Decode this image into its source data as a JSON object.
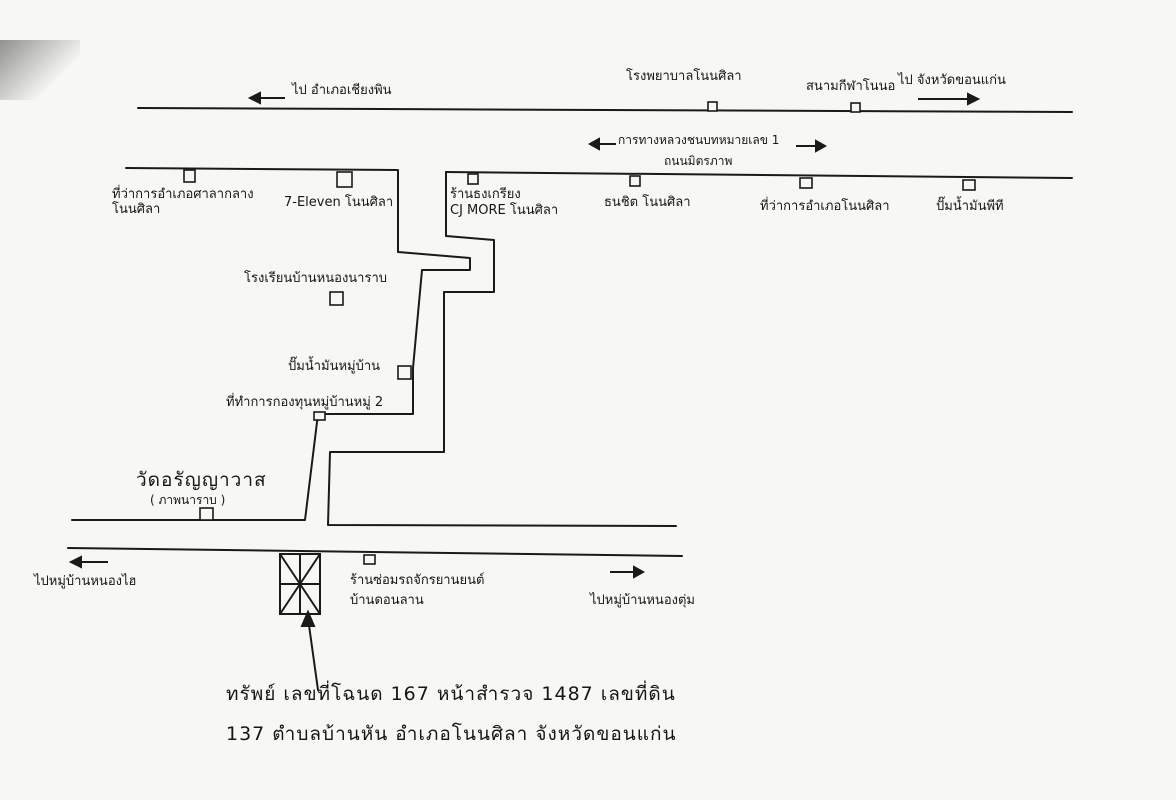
{
  "labels": {
    "to_amphoe_chiang_phin": "ไป อำเภอเชียงพิน",
    "nongkhai_hospital": "โรงพยาบาลโนนศิลา",
    "sport_field": "สนามกีฬาโนนอ",
    "to_khon_kaen": "ไป จังหวัดขอนแก่น",
    "highway_route": "การทางหลวงชนบทหมายเลข 1",
    "road_name": "ถนนมิตรภาพ",
    "community_office": "ที่ว่าการอำเภอศาลากลางโนนศิลา",
    "seven_eleven": "7-Eleven โนนศิลา",
    "cj_more_line1": "ร้านธงเกรียง",
    "cj_more_line2": "CJ MORE โนนศิลา",
    "bank": "ธนชิต โนนศิลา",
    "district_office": "ที่ว่าการอำเภอโนนศิลา",
    "gas_station": "ปั๊มน้ำมันพีที",
    "school": "โรงเรียนบ้านหนองนาราบ",
    "village_gas": "ปั๊มน้ำมันหมู่บ้าน",
    "community_center": "ที่ทำการกองทุนหมู่บ้านหมู่ 2",
    "temple_line1": "วัดอรัญญาวาส",
    "temple_line2": "( ภาพนาราบ )",
    "to_nong_waeng_sai": "ไปหมู่บ้านหนองไฮ",
    "shop_line1": "ร้านซ่อมรถจักรยานยนต์",
    "shop_line2": "บ้านดอนลาน",
    "to_nong_waeng_tung": "ไปหมู่บ้านหนองตุ่ม",
    "property_line1": "ทรัพย์ เลขที่โฉนด 167 หน้าสำรวจ 1487 เลขที่ดิน",
    "property_line2": "137 ตำบลบ้านหัน อำเภอโนนศิลา จังหวัดขอนแก่น"
  },
  "icons": {
    "west_arrow": "arrow-left-icon",
    "east_arrow": "arrow-right-icon",
    "property": "property-marker-icon"
  },
  "colors": {
    "ink": "#1a1a1a",
    "paper": "#f7f7f4"
  }
}
